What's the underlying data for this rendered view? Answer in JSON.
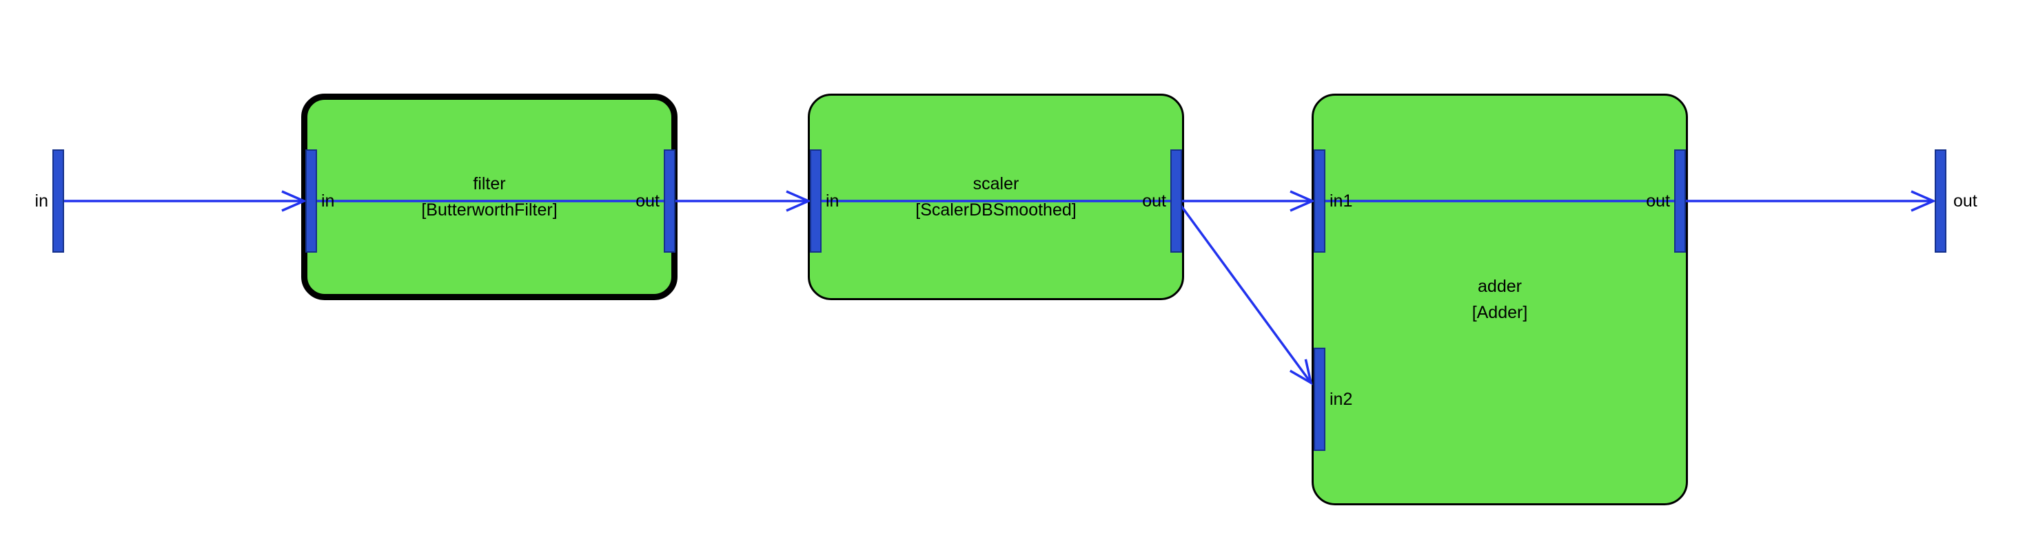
{
  "external_input": {
    "label": "in"
  },
  "external_output": {
    "label": "out"
  },
  "blocks": [
    {
      "name": "filter",
      "type": "[ButterworthFilter]",
      "selected": true,
      "ports": [
        {
          "label": "in"
        },
        {
          "label": "out"
        }
      ]
    },
    {
      "name": "scaler",
      "type": "[ScalerDBSmoothed]",
      "selected": false,
      "ports": [
        {
          "label": "in"
        },
        {
          "label": "out"
        }
      ]
    },
    {
      "name": "adder",
      "type": "[Adder]",
      "selected": false,
      "ports": [
        {
          "label": "in1"
        },
        {
          "label": "in2"
        },
        {
          "label": "out"
        }
      ]
    }
  ],
  "connections": [
    {
      "from": "in",
      "to": "filter.in"
    },
    {
      "from": "filter.out",
      "to": "scaler.in"
    },
    {
      "from": "scaler.out",
      "to": "adder.in1"
    },
    {
      "from": "scaler.out",
      "to": "adder.in2"
    },
    {
      "from": "adder.out",
      "to": "out"
    }
  ],
  "colors": {
    "block_fill": "#69e14e",
    "block_border": "#000000",
    "selected_border": "#000000",
    "port_fill": "#2b50d0",
    "connection": "#2233ee",
    "background": "#ffffff"
  }
}
